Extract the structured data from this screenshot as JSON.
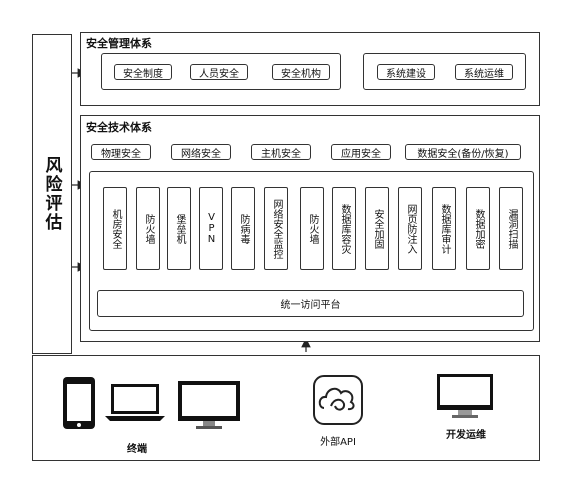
{
  "risk_assessment": "风险评估",
  "management": {
    "title": "安全管理体系",
    "items": [
      "安全制度",
      "人员安全",
      "安全机构",
      "系统建设",
      "系统运维"
    ]
  },
  "technology": {
    "title": "安全技术体系",
    "items": [
      "物理安全",
      "网络安全",
      "主机安全",
      "应用安全",
      "数据安全(备份/恢复)"
    ],
    "columns": [
      "机房安全",
      "防火墙",
      "堡垒机",
      "VPN",
      "防病毒",
      "网络安全监控",
      "防火墙",
      "数据库容灾",
      "安全加固",
      "网页防注入",
      "数据库审计",
      "数据加密",
      "漏洞扫描"
    ],
    "platform": "统一访问平台"
  },
  "bottom": {
    "terminal": "终端",
    "api": "外部API",
    "devops": "开发运维"
  }
}
